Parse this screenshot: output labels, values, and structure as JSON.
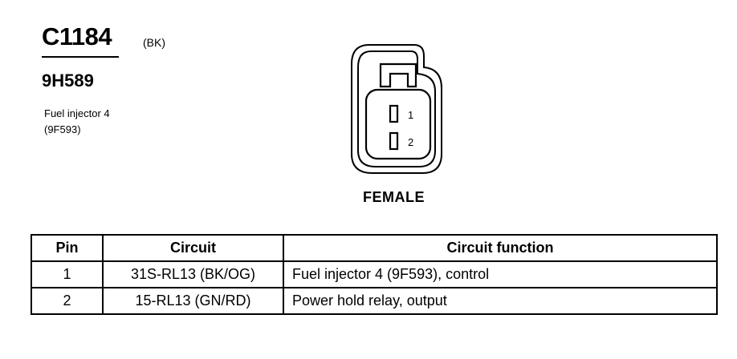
{
  "connector": {
    "id": "C1184",
    "color": "(BK)",
    "part_number": "9H589",
    "component": "Fuel injector 4",
    "component_code": "(9F593)",
    "gender_label": "FEMALE",
    "pin_labels": [
      "1",
      "2"
    ]
  },
  "table": {
    "headers": [
      "Pin",
      "Circuit",
      "Circuit function"
    ],
    "rows": [
      {
        "pin": "1",
        "circuit": "31S-RL13 (BK/OG)",
        "function": "Fuel injector 4 (9F593), control"
      },
      {
        "pin": "2",
        "circuit": "15-RL13 (GN/RD)",
        "function": "Power hold relay, output"
      }
    ]
  }
}
